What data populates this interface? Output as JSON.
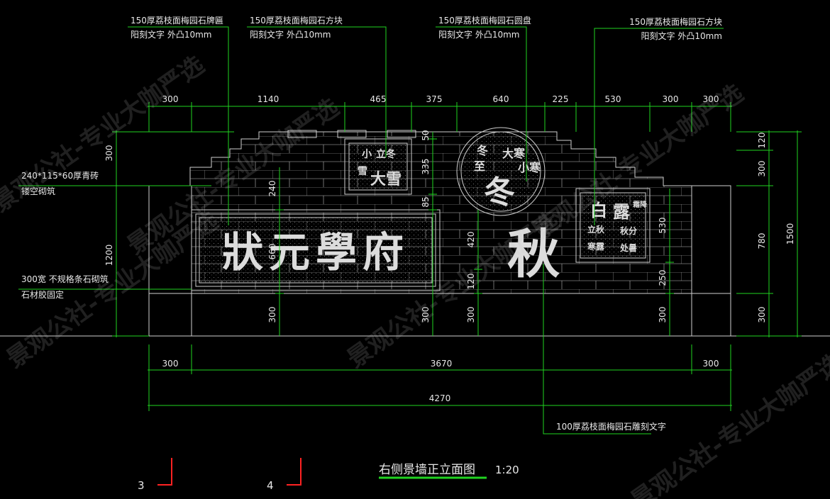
{
  "title": "右侧景墙正立面图",
  "scale": "1:20",
  "sheet_numbers": [
    "3",
    "4"
  ],
  "watermark": "景观公社-专业大咖严选",
  "callouts": {
    "plaque": {
      "line1": "150厚荔枝面梅园石牌匾",
      "line2": "阳刻文字  外凸10mm"
    },
    "square_left": {
      "line1": "150厚荔枝面梅园石方块",
      "line2": "阳刻文字  外凸10mm"
    },
    "disc": {
      "line1": "150厚荔枝面梅园石圆盘",
      "line2": "阳刻文字  外凸10mm"
    },
    "square_right": {
      "line1": "150厚荔枝面梅园石方块",
      "line2": "阳刻文字  外凸10mm"
    },
    "brick": {
      "line1": "240*115*60厚青砖",
      "line2": "镂空砌筑"
    },
    "stone": {
      "line1": "300宽  不规格条石砌筑",
      "line2": "石材胶固定"
    },
    "carve": {
      "line1": "100厚荔枝面梅园石雕刻文字"
    }
  },
  "dims_top": [
    "300",
    "1140",
    "465",
    "375",
    "640",
    "225",
    "530",
    "300",
    "300"
  ],
  "dims_bottom_1": [
    "300",
    "3670",
    "300"
  ],
  "dims_bottom_2": "4270",
  "dims_left": [
    "300",
    "1200"
  ],
  "dims_right_inner": [
    "120",
    "300",
    "780",
    "300"
  ],
  "dims_right_outer": "1500",
  "dims_internal": {
    "d240": "240",
    "d660": "660",
    "d300a": "300",
    "d50": "50",
    "d335": "335",
    "d85": "85",
    "d300b": "300",
    "d420": "420",
    "d120": "120",
    "d300c": "300",
    "d530": "530",
    "d250": "250",
    "d300d": "300"
  },
  "carving": {
    "plaque_text": "狀元學府",
    "autumn": "秋",
    "winter_disc_big": "冬",
    "winter_disc_small": [
      "冬",
      "大寒",
      "至",
      "小寒"
    ],
    "square_left_chars": [
      "小",
      "立冬",
      "雪",
      "大雪"
    ],
    "square_right_big": [
      "白",
      "露"
    ],
    "square_right_small": [
      "立秋",
      "寒露",
      "霜降",
      "秋分",
      "处暑"
    ]
  }
}
